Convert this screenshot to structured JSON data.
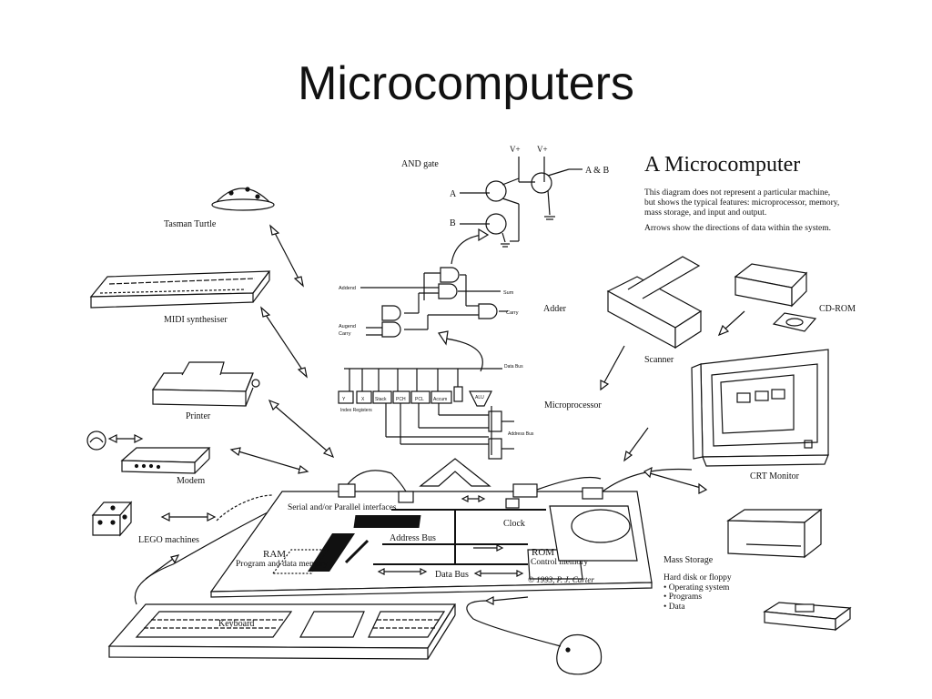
{
  "slide": {
    "title": "Microcomputers"
  },
  "diagram": {
    "heading": "A Microcomputer",
    "description_1": "This diagram does not represent a particular machine, but shows the typical features: microprocessor, memory, mass storage, and input and output.",
    "description_2": "Arrows show the directions of data within the system.",
    "labels": {
      "and_gate": "AND gate",
      "input_a": "A",
      "input_b": "B",
      "vplus_1": "V+",
      "vplus_2": "V+",
      "a_and_b": "A & B",
      "adder": "Adder",
      "addend": "Addend",
      "augend": "Augend",
      "carry_in": "Carry",
      "sum": "Sum",
      "carry_out": "Carry",
      "microprocessor": "Microprocessor",
      "data_bus_small": "Data Bus",
      "address_bus_small": "Address Bus",
      "index_registers": "Index Registers",
      "reg_y": "Y",
      "reg_x": "X",
      "reg_stack": "Stack",
      "reg_pch": "PCH",
      "reg_pcl": "PCL",
      "reg_accum": "Accum",
      "alu": "ALU",
      "tasman_turtle": "Tasman Turtle",
      "midi_synthesiser": "MIDI synthesiser",
      "printer": "Printer",
      "modem": "Modem",
      "lego_machines": "LEGO machines",
      "keyboard": "Keyboard",
      "scanner": "Scanner",
      "cd_rom": "CD-ROM",
      "crt_monitor": "CRT Monitor",
      "mass_storage": "Mass Storage",
      "serial_parallel": "Serial and/or Parallel interfaces",
      "clock": "Clock",
      "address_bus": "Address Bus",
      "ram": "RAM",
      "ram_sub": "Program and data memory",
      "rom": "ROM",
      "rom_sub": "Control memory",
      "data_bus": "Data Bus",
      "copyright": "© 1993, P. J. Carter"
    },
    "mass_storage_items": [
      "Hard disk or floppy",
      "• Operating system",
      "• Programs",
      "• Data"
    ]
  }
}
